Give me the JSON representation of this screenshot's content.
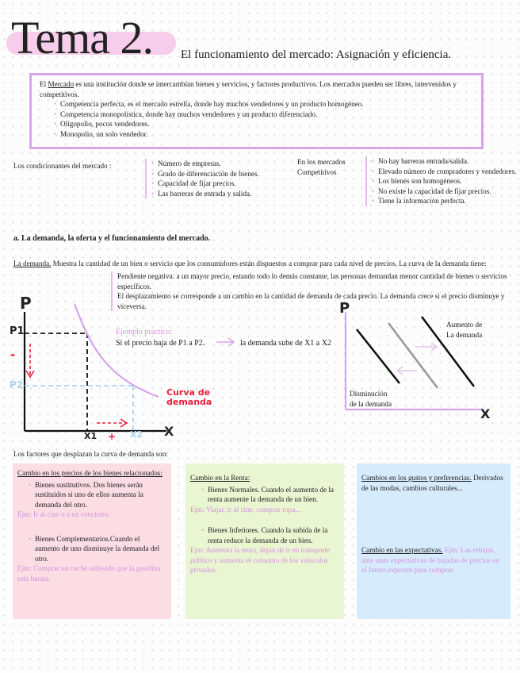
{
  "title": {
    "big": "Tema 2.",
    "subtitle": "El funcionamiento del mercado: Asignación y eficiencia."
  },
  "intro_box": {
    "text_pre": "El ",
    "mercado_word": "Mercado",
    "text_post": " es una institución donde se intercambian bienes y servicios, y factores productivos. Los mercados pueden ser libres, intervenidos y competitivos.",
    "items": [
      "Competencia perfecta, es el mercado estrella, donde hay muchos vendedores y un producto homogéneo.",
      "Competencia monopolística, donde hay muchos vendedores y un producto diferenciado.",
      "Oligopolio, pocos vendedores.",
      "Monopolio, un solo vendedor."
    ]
  },
  "condicionantes": {
    "label": "Los condicionantes del mercado :",
    "items": [
      "Número de empresas.",
      "Grado de diferenciación de bienes.",
      "Capacidad de fijar precios.",
      "Las barreras de entrada y salida."
    ]
  },
  "competitivos": {
    "label_line1": "En los mercados",
    "label_line2": "Competitivos",
    "items": [
      "No hay barreras entrada/salida.",
      "Elevado número de compradores y vendedores.",
      "Los bienes son homogéneos.",
      "No existe la capacidad de fijar precios.",
      "Tiene la información perfecta."
    ]
  },
  "section_heading": "a. La demanda, la oferta y el funcionamiento del mercado.",
  "demanda": {
    "term": "La demanda.",
    "text": " Muestra la cantidad de un bien o servicio que los consumidores están dispuestos a comprar para cada nivel de precios. La curva de la demanda tiene:",
    "points": [
      "Pendiente negativa: a un mayor precio, estando todo lo demás constante, las personas demandan menor cantidad de bienes o servicios específicos.",
      "El desplazamiento se corresponde a un cambio en la cantidad de demanda de cada precio. La demanda crece si el precio disminuye y viceversa."
    ],
    "ejemplo_label": "Ejemplo practico:",
    "ejemplo_text": "Si el precio baja de P1 a P2.",
    "ejemplo_result": "la demanda sube de X1 a X2"
  },
  "graph1": {
    "p_axis": "P",
    "x_axis": "X",
    "p1": "P1",
    "p2": "P2",
    "x1": "X1",
    "x2": "X2",
    "minus": "-",
    "plus": "+",
    "curve_label_1": "Curva de",
    "curve_label_2": "demanda"
  },
  "graph2": {
    "p_axis": "P",
    "x_axis": "X",
    "aumento_1": "Aumento de",
    "aumento_2": "La demanda",
    "dism_1": "Disminución",
    "dism_2": "de la demanda"
  },
  "factores_label": "Los factores que desplazan la curva de demanda son:",
  "cards": {
    "precios": {
      "title": "Cambio en los precios de los bienes relacionados:",
      "item1": "Bienes sustitutivos. Dos bienes serán sustituidos si uno de ellos aumenta la demanda del otro.",
      "ej1": "Ejm: Ir al cine o a un concierto.",
      "item2": "Bienes Complementarios.Cuando el aumento de uno disminuye la demanda del otro.",
      "ej2": "Ejm: Comprar un coche sabiendo que la gasolina esta barata."
    },
    "renta": {
      "title": "Cambio en la Renta:",
      "item1": "Bienes Normales. Cuando el aumento de la renta aumente la demanda de un bien.",
      "ej1": "Ejm: Viajar, ir al cine, comprar ropa...",
      "item2": "Bienes Inferiores. Cuando la subida de la renta reduce la demanda de un bien.",
      "ej2": "Ejm: Aumenta la renta, dejan de ir en transporte público y aumenta el consumo de los vehículos privados."
    },
    "gustos": {
      "title": "Cambios en los gustos y preferencias.",
      "text": " Derivados de las modas, cambios culturales...",
      "expect_title": "Cambio en las expectativas.",
      "expect_ej": " Ejm: Las rebajas, ante unas expectativas de bajadas de precios en el futuro,esperaré para comprar."
    }
  },
  "colors": {
    "pink_highlight": "#f6cdea",
    "purple_border": "#d7a4ea",
    "card_pink": "#fbdde3",
    "card_green": "#eaf5d2",
    "card_blue": "#d6ebfb",
    "handwriting_red": "#e8203a",
    "light_blue": "#a9d3f5"
  }
}
